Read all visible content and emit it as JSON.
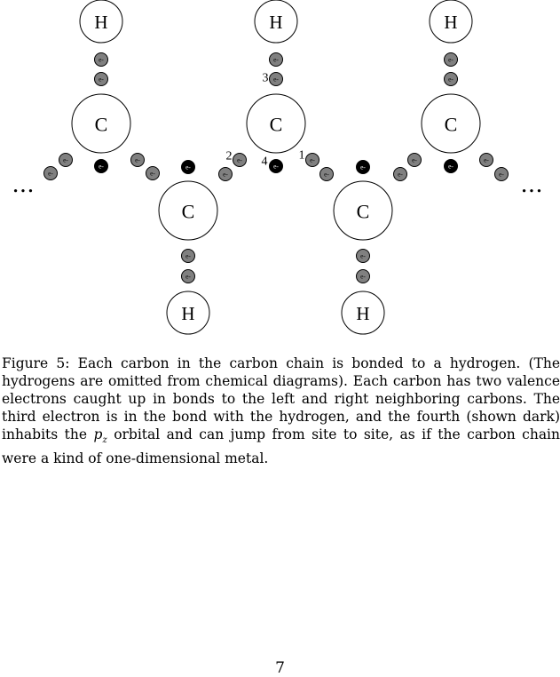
{
  "diagram": {
    "carbon_label": "C",
    "hydrogen_label": "H",
    "electron_label": "e-",
    "ellipsis": "• • •",
    "orbital_numbers": [
      "1",
      "2",
      "3",
      "4"
    ],
    "colors": {
      "bond_electron": "#808080",
      "pz_electron": "#000000",
      "atom_fill": "#ffffff",
      "stroke": "#000000"
    }
  },
  "caption": {
    "label": "Figure 5:",
    "text_before_math": "Each carbon in the carbon chain is bonded to a hydrogen. (The hydrogens are omitted from chemical diagrams). Each carbon has two valence electrons caught up in bonds to the left and right neighboring carbons. The third electron is in the bond with the hydrogen, and the fourth (shown dark) inhabits the",
    "math_main": "p",
    "math_sub": "z",
    "text_after_math": "orbital and can jump from site to site, as if the carbon chain were a kind of one-dimensional metal."
  },
  "page_number": "7"
}
